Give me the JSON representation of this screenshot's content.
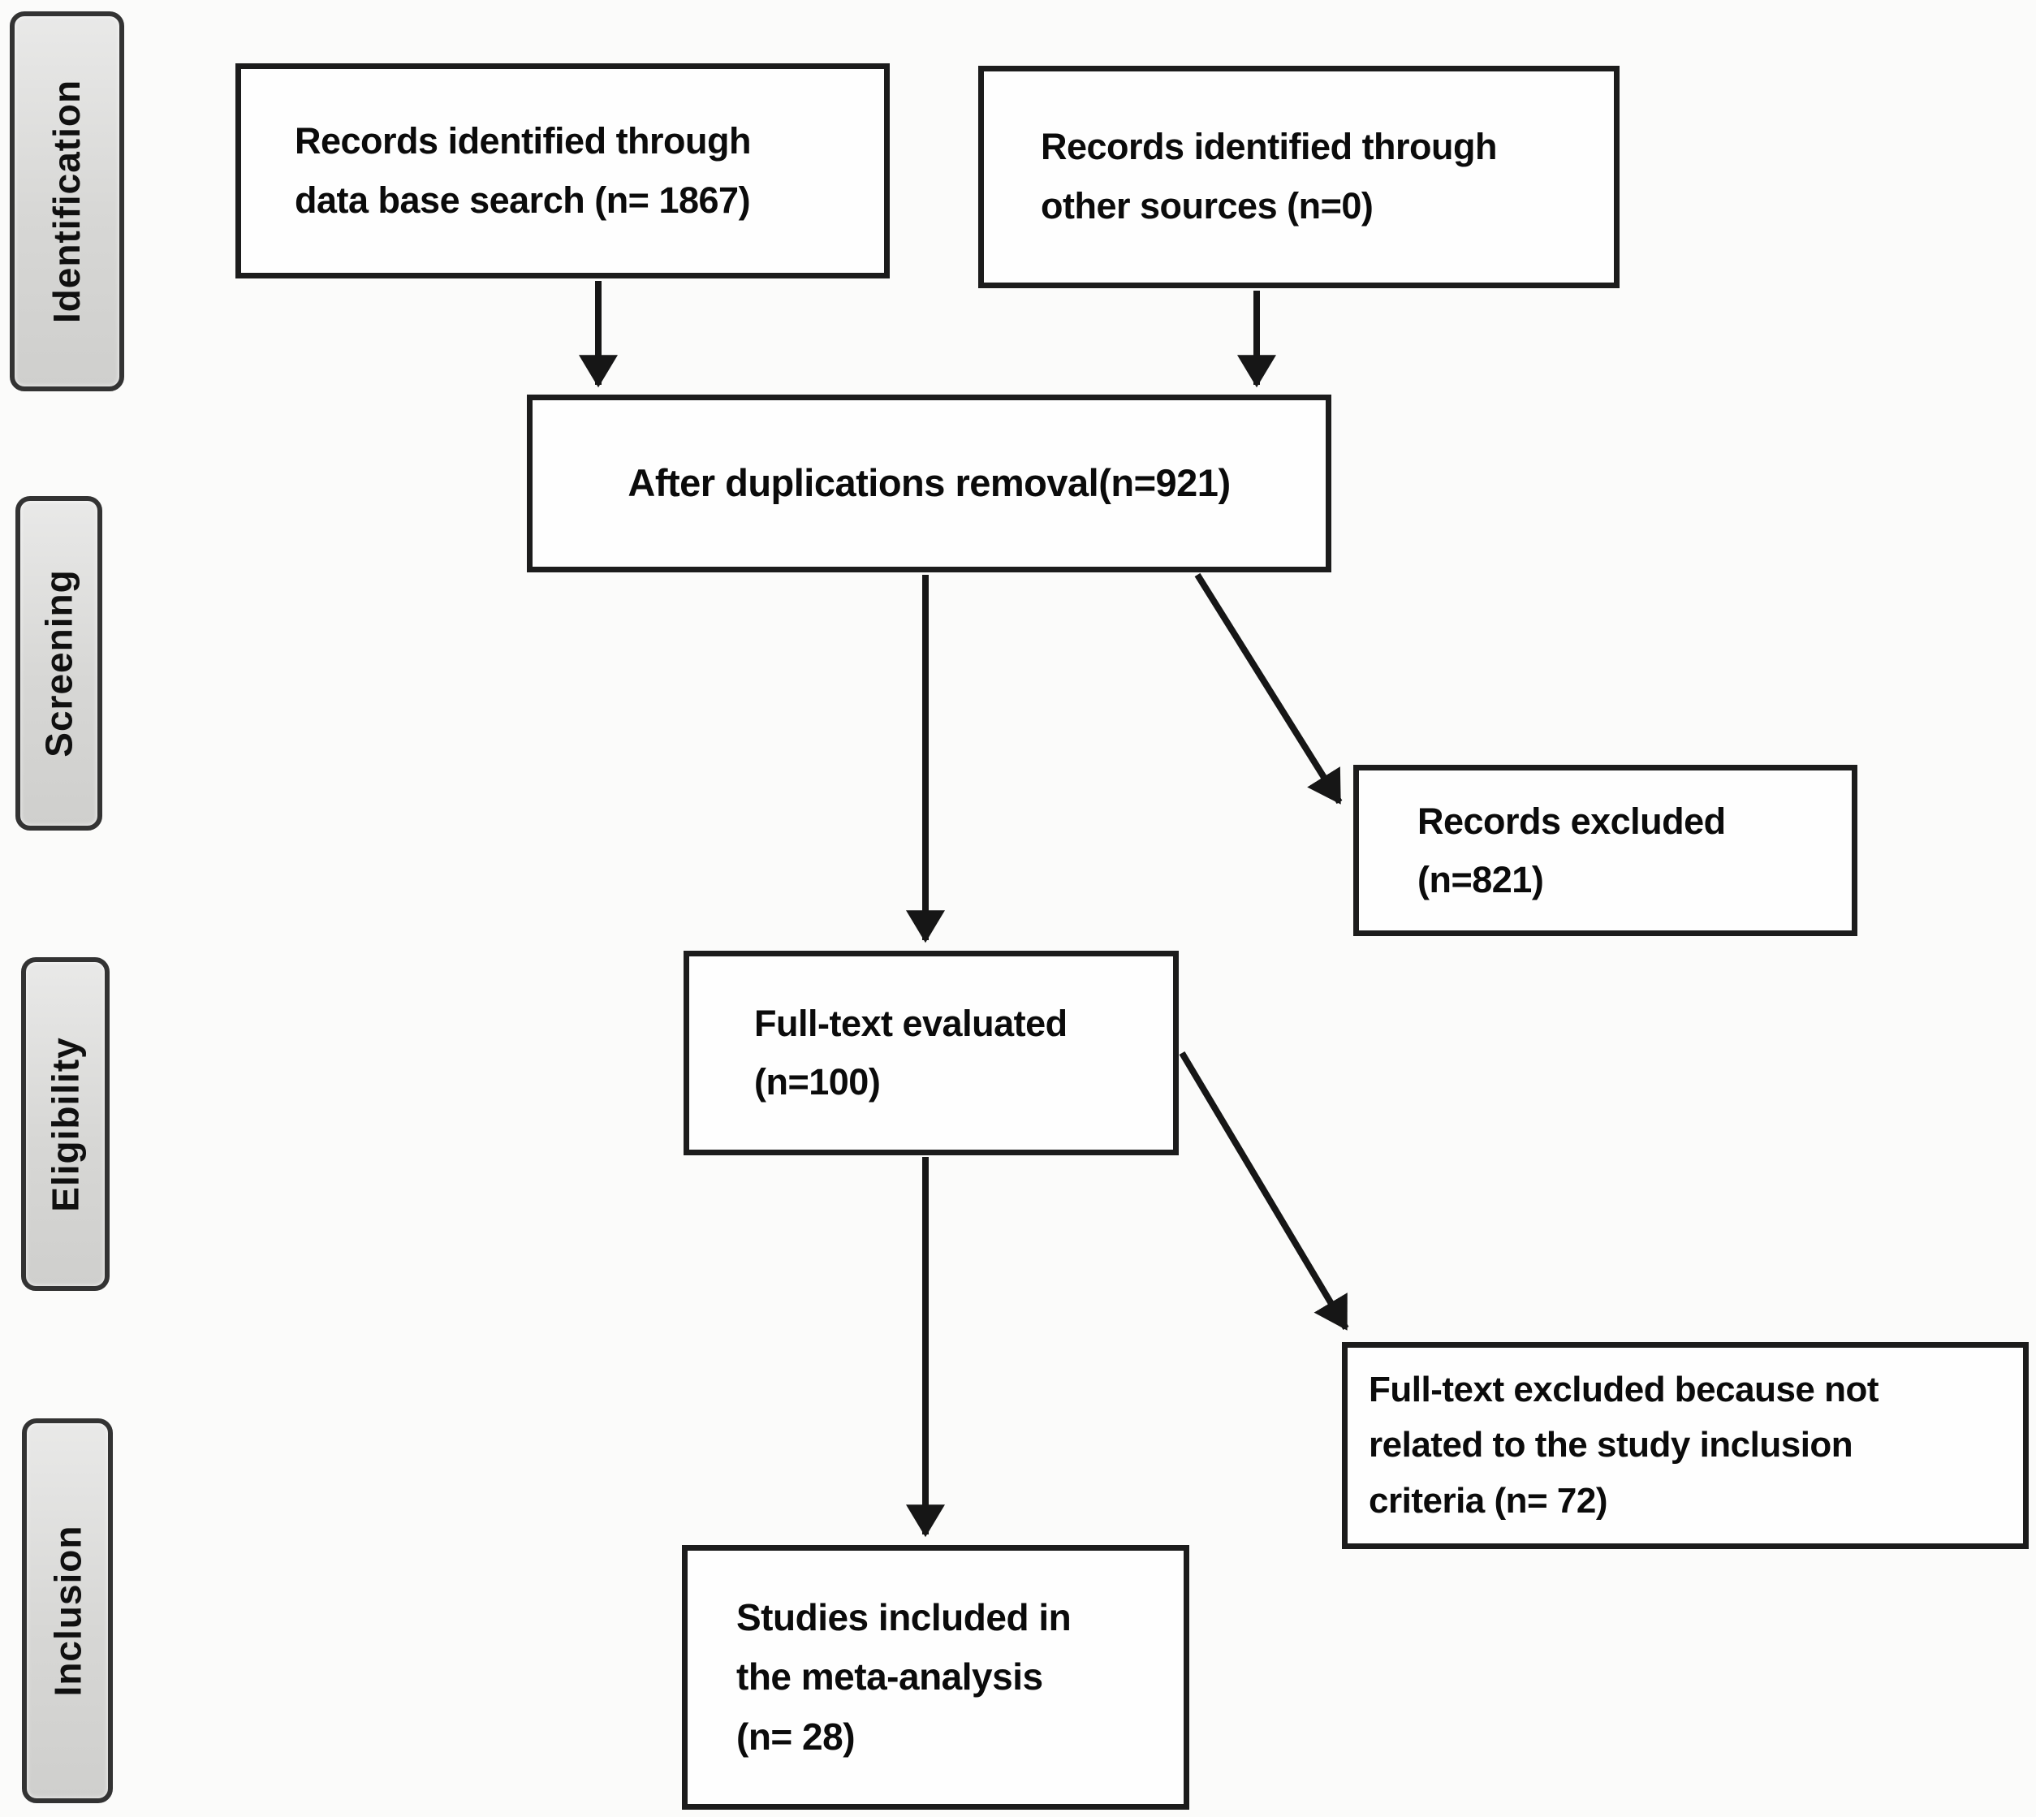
{
  "stages": [
    {
      "label": "Identification"
    },
    {
      "label": "Screening"
    },
    {
      "label": "Eligibility"
    },
    {
      "label": "Inclusion"
    }
  ],
  "boxes": {
    "records_db": {
      "lines": [
        "Records identified through",
        "data base search (n= 1867)"
      ]
    },
    "records_other": {
      "lines": [
        "Records identified through",
        "other sources (n=0)"
      ]
    },
    "after_dup": {
      "lines": [
        "After duplications removal(n=921)"
      ]
    },
    "records_excluded": {
      "lines": [
        "Records excluded",
        "(n=821)"
      ]
    },
    "fulltext_eval": {
      "lines": [
        "Full-text evaluated",
        "(n=100)"
      ]
    },
    "fulltext_excluded": {
      "lines": [
        "Full-text excluded because not",
        "related to the study inclusion",
        "criteria (n= 72)"
      ]
    },
    "included": {
      "lines": [
        "Studies included in",
        "the meta-analysis",
        "(n= 28)"
      ]
    }
  },
  "colors": {
    "background": "#fbfbfa",
    "box_fill": "#fefefe",
    "box_border": "#1c1c1c",
    "stage_fill": "#dcdcda",
    "stage_border": "#333333",
    "text": "#0b0b0b",
    "arrow": "#161616"
  }
}
